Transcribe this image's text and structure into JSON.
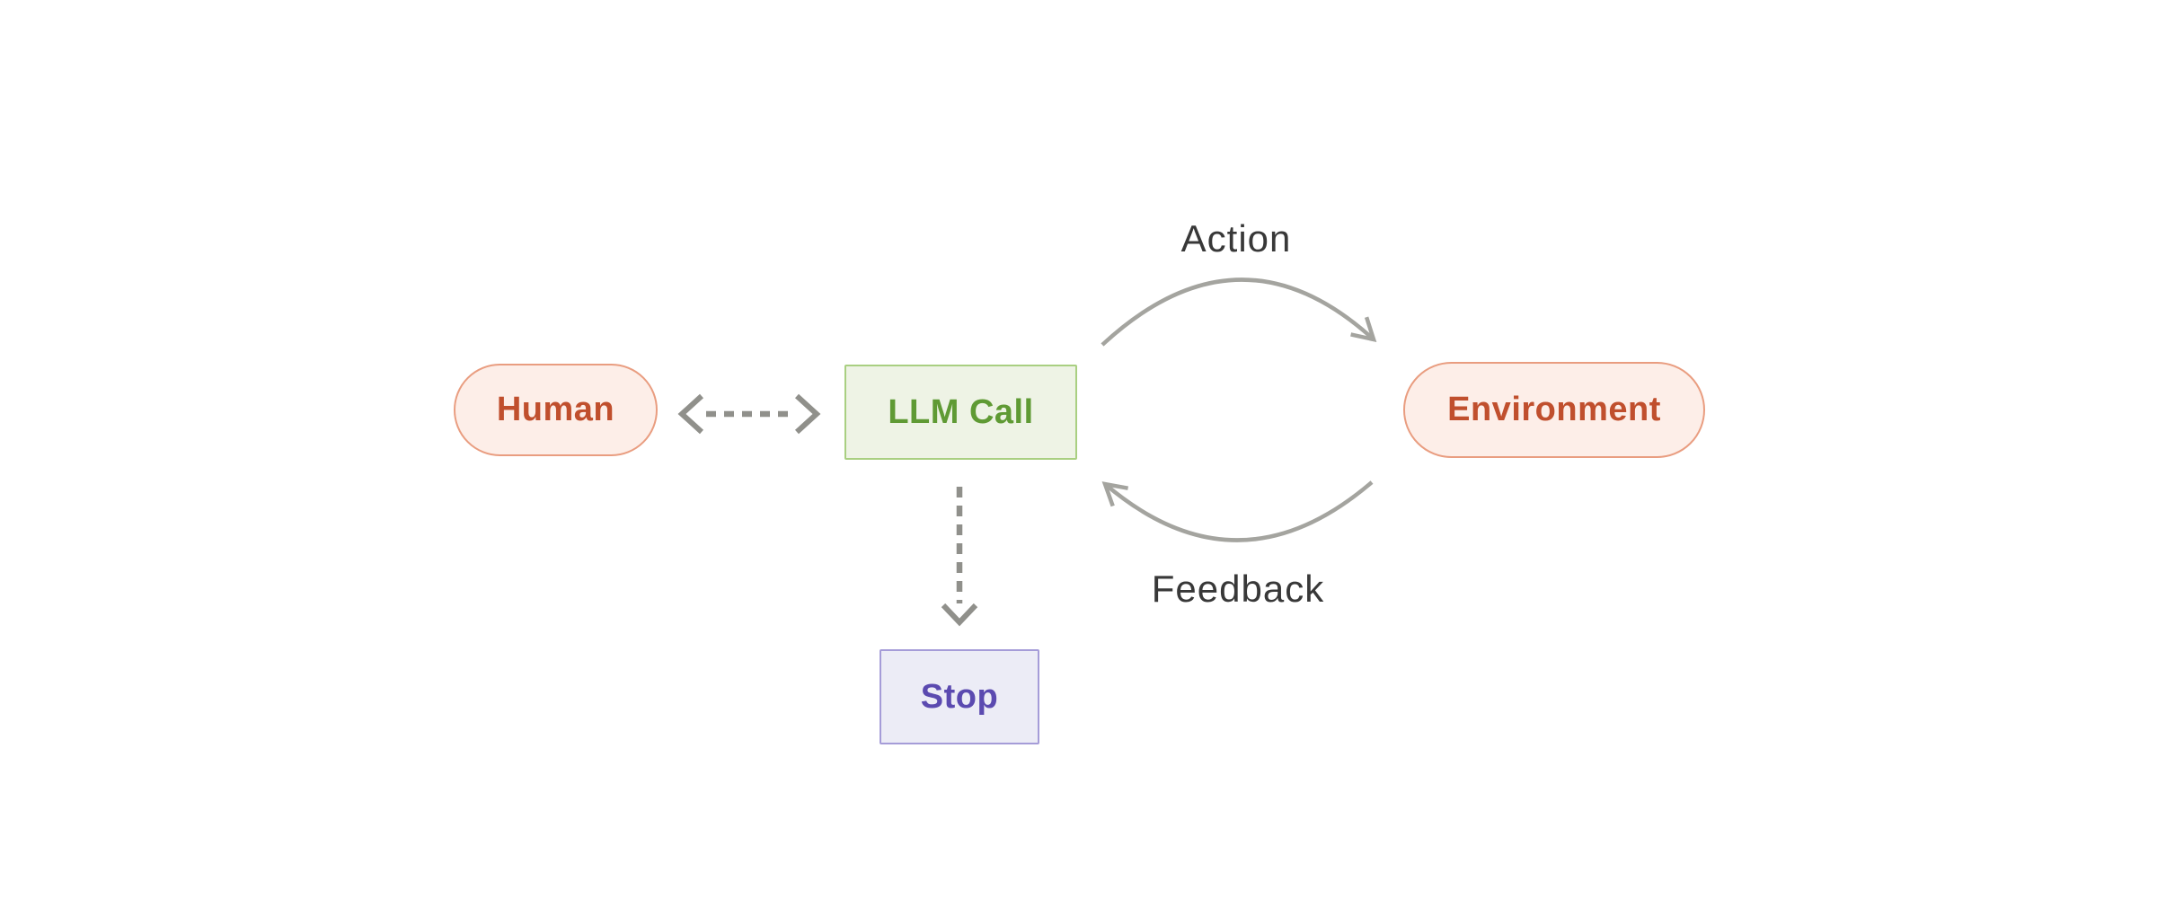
{
  "diagram": {
    "description": "Agent loop diagram: Human and LLM Call exchange (dashed bidirectional), LLM Call acts on Environment which returns Feedback, LLM Call may Stop",
    "nodes": {
      "human": {
        "label": "Human",
        "shape": "pill",
        "fill": "#fdeee8",
        "border": "#e99d80",
        "text_color": "#c04f2d"
      },
      "llm_call": {
        "label": "LLM Call",
        "shape": "rect",
        "fill": "#eef3e5",
        "border": "#a9cf81",
        "text_color": "#5f9a34"
      },
      "environment": {
        "label": "Environment",
        "shape": "pill",
        "fill": "#fdeee8",
        "border": "#e99d80",
        "text_color": "#c04f2d"
      },
      "stop": {
        "label": "Stop",
        "shape": "rect",
        "fill": "#ececf6",
        "border": "#a59cd8",
        "text_color": "#5b4ab0"
      }
    },
    "edges": {
      "action": {
        "label": "Action",
        "from": "llm_call",
        "to": "environment",
        "style": "solid-curved-arrow"
      },
      "feedback": {
        "label": "Feedback",
        "from": "environment",
        "to": "llm_call",
        "style": "solid-curved-arrow"
      },
      "human_llm": {
        "from": "human",
        "to": "llm_call",
        "style": "dashed-bidirectional-arrow"
      },
      "llm_stop": {
        "from": "llm_call",
        "to": "stop",
        "style": "dashed-arrow"
      }
    },
    "colors": {
      "background": "#ffffff",
      "solid_arrow": "#a4a49f",
      "dashed_arrow": "#90908b",
      "edge_label_text": "#383838"
    }
  }
}
